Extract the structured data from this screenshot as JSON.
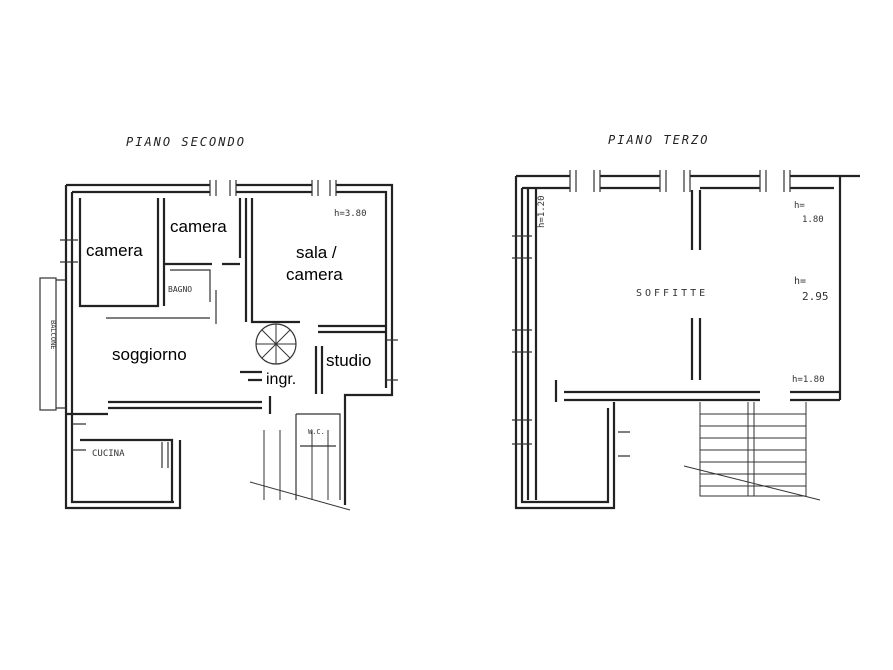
{
  "floors": {
    "second": {
      "title": "PIANO SECONDO",
      "rooms": {
        "camera_left": "camera",
        "camera_top": "camera",
        "sala_line1": "sala /",
        "sala_line2": "camera",
        "bagno": "BAGNO",
        "soggiorno": "soggiorno",
        "studio": "studio",
        "ingresso": "ingr.",
        "cucina": "CUCINA",
        "wc": "W.C.",
        "balcone": "BALCONE"
      },
      "height_note": "h=3.80"
    },
    "third": {
      "title": "PIANO TERZO",
      "rooms": {
        "soffitte": "SOFFITTE"
      },
      "heights": {
        "left": "h=1.20",
        "top_right_h": "h=",
        "top_right_val": "1.80",
        "mid_right_h": "h=",
        "mid_right_val": "2.95",
        "bottom_right": "h=1.80"
      }
    }
  }
}
